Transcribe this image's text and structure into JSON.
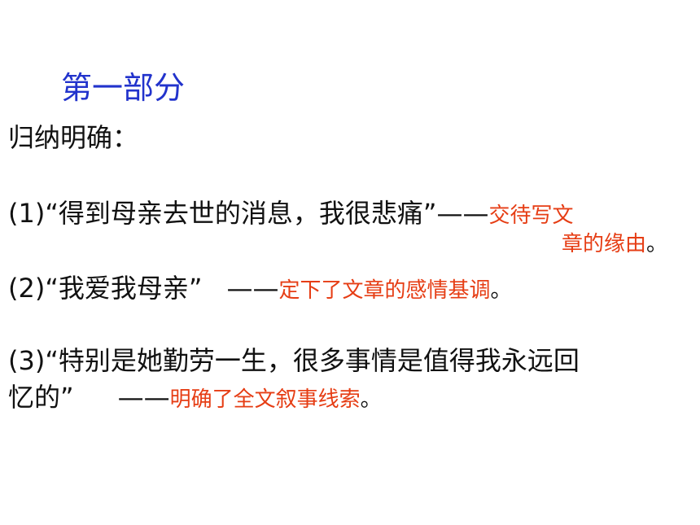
{
  "colors": {
    "title": "#2233cc",
    "body": "#111111",
    "annotation": "#e63d14"
  },
  "title": "第一部分",
  "subheading": "归纳明确：",
  "items": [
    {
      "quote": "(1)“得到母亲去世的消息，我很悲痛”",
      "dash": "——",
      "note_line1": "交待写文",
      "note_line2": "章的缘由",
      "period": "。"
    },
    {
      "quote": "(2)“我爱我母亲”",
      "dash": "——",
      "note": "定下了文章的感情基调",
      "period": "。"
    },
    {
      "quote_line1": "(3)“特别是她勤劳一生，很多事情是值得我永远回",
      "quote_line2": "忆的”",
      "dash": "——",
      "note": "明确了全文叙事线索",
      "period": "。"
    }
  ]
}
